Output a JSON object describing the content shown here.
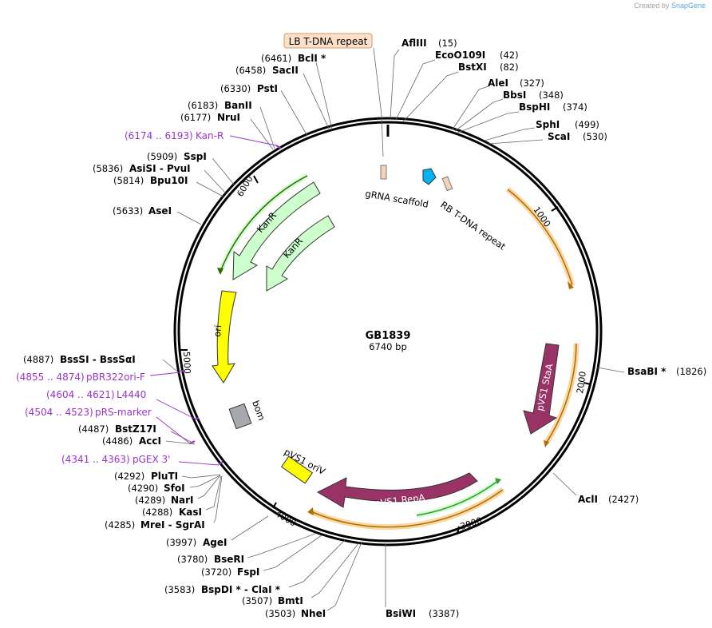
{
  "credit": {
    "prefix": "Created by",
    "brand": "SnapGene"
  },
  "plasmid": {
    "name": "GB1839",
    "length_label": "6740 bp",
    "length_bp": 6740
  },
  "boxed_label": "LB T-DNA repeat",
  "sites": [
    {
      "name": "AflIII",
      "pos": "(15)"
    },
    {
      "name": "EcoO109I",
      "pos": "(42)"
    },
    {
      "name": "BstXI",
      "pos": "(82)"
    },
    {
      "name": "AleI",
      "pos": "(327)"
    },
    {
      "name": "BbsI",
      "pos": "(348)"
    },
    {
      "name": "BspHI",
      "pos": "(374)"
    },
    {
      "name": "SphI",
      "pos": "(499)"
    },
    {
      "name": "ScaI",
      "pos": "(530)"
    },
    {
      "name": "BsaBI *",
      "pos": "(1826)"
    },
    {
      "name": "AclI",
      "pos": "(2427)"
    },
    {
      "name": "BsiWI",
      "pos": "(3387)"
    },
    {
      "name": "NheI",
      "pos": "(3503)"
    },
    {
      "name": "BmtI",
      "pos": "(3507)"
    },
    {
      "name": "BspDI * - ClaI *",
      "pos": "(3583)"
    },
    {
      "name": "FspI",
      "pos": "(3720)"
    },
    {
      "name": "BseRI",
      "pos": "(3780)"
    },
    {
      "name": "AgeI",
      "pos": "(3997)"
    },
    {
      "name": "MreI - SgrAI",
      "pos": "(4285)"
    },
    {
      "name": "KasI",
      "pos": "(4288)"
    },
    {
      "name": "NarI",
      "pos": "(4289)"
    },
    {
      "name": "SfoI",
      "pos": "(4290)"
    },
    {
      "name": "PluTI",
      "pos": "(4292)"
    },
    {
      "name": "AccI",
      "pos": "(4486)"
    },
    {
      "name": "BstZ17I",
      "pos": "(4487)"
    },
    {
      "name": "BssSI - BssSαI",
      "pos": "(4887)"
    },
    {
      "name": "AseI",
      "pos": "(5633)"
    },
    {
      "name": "Bpu10I",
      "pos": "(5814)"
    },
    {
      "name": "AsiSI - PvuI",
      "pos": "(5836)"
    },
    {
      "name": "SspI",
      "pos": "(5909)"
    },
    {
      "name": "NruI",
      "pos": "(6177)"
    },
    {
      "name": "BanII",
      "pos": "(6183)"
    },
    {
      "name": "PstI",
      "pos": "(6330)"
    },
    {
      "name": "SacII",
      "pos": "(6458)"
    },
    {
      "name": "BclI *",
      "pos": "(6461)"
    }
  ],
  "primers": [
    {
      "name": "Kan-R",
      "range": "(6174 .. 6193)"
    },
    {
      "name": "pBR322ori-F",
      "range": "(4855 .. 4874)"
    },
    {
      "name": "L4440",
      "range": "(4604 .. 4621)"
    },
    {
      "name": "pRS-marker",
      "range": "(4504 .. 4523)"
    },
    {
      "name": "pGEX 3'",
      "range": "(4341 .. 4363)"
    }
  ],
  "ticks": [
    "1000",
    "2000",
    "3000",
    "4000",
    "5000",
    "6000"
  ],
  "features": [
    {
      "name": "gRNA scaffold",
      "color": "#f5d3b8"
    },
    {
      "name": "RB T-DNA repeat",
      "color": "#f5d3b8"
    },
    {
      "name": "pVS1 StaA",
      "color": "#993366"
    },
    {
      "name": "pVS1 RepA",
      "color": "#993366"
    },
    {
      "name": "pVS1 oriV",
      "color": "#ffff00"
    },
    {
      "name": "bom",
      "color": "#a6a9ad"
    },
    {
      "name": "ori",
      "color": "#ffff00"
    },
    {
      "name": "KanR",
      "color": "#ccffcc"
    },
    {
      "name": "KanR",
      "color": "#ccffcc"
    }
  ],
  "colors": {
    "backbone": "#000000",
    "orf_arrow": "#f5a623",
    "orf_arrow_green": "#339933",
    "primer": "#9933cc",
    "marker_blue": "#00b4f0"
  }
}
